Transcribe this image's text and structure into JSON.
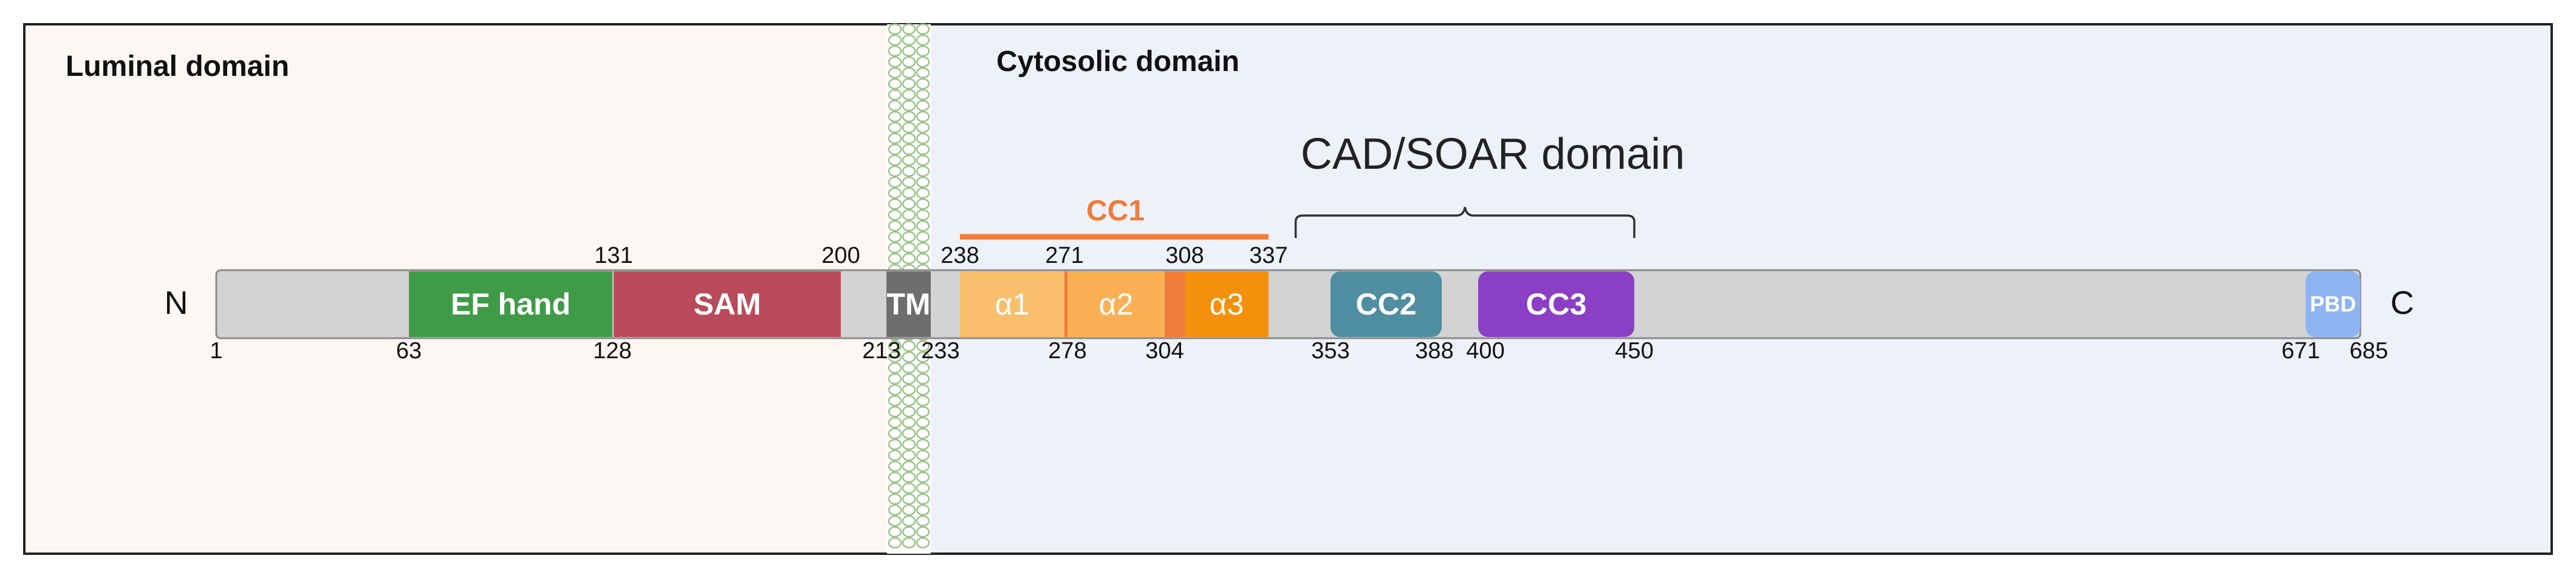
{
  "regions": {
    "luminal": "Luminal domain",
    "cytosolic": "Cytosolic domain",
    "luminal_color": "#fdf7f3",
    "cytosolic_color": "#eef2f8"
  },
  "termini": {
    "n": "N",
    "c": "C"
  },
  "protein": {
    "length": 685,
    "backbone_color": "#d3d3d3"
  },
  "domains": [
    {
      "id": "ef-hand",
      "label": "EF hand",
      "start": 63,
      "end": 128,
      "color": "#3f9b47",
      "text_color": "#ffffff"
    },
    {
      "id": "sam",
      "label": "SAM",
      "start": 131,
      "end": 200,
      "color": "#b94a5c",
      "text_color": "#ffffff"
    },
    {
      "id": "tm",
      "label": "TM",
      "start": 213,
      "end": 233,
      "color": "#6e6e6e",
      "text_color": "#ffffff"
    },
    {
      "id": "alpha1",
      "label": "α1",
      "start": 238,
      "end": 271,
      "color": "#f9bf6c",
      "text_color": "#ffffff"
    },
    {
      "id": "alpha2",
      "label": "α2",
      "start": 278,
      "end": 304,
      "color": "#f9b055",
      "text_color": "#ffffff"
    },
    {
      "id": "alpha3",
      "label": "α3",
      "start": 308,
      "end": 337,
      "color": "#f4900c",
      "text_color": "#ffffff"
    },
    {
      "id": "cc2",
      "label": "CC2",
      "start": 353,
      "end": 388,
      "color": "#4f8ea0",
      "text_color": "#ffffff"
    },
    {
      "id": "cc3",
      "label": "CC3",
      "start": 400,
      "end": 450,
      "color": "#8b3fc4",
      "text_color": "#ffffff"
    },
    {
      "id": "pbd",
      "label": "PBD",
      "start": 671,
      "end": 685,
      "color": "#8fb4f2",
      "text_color": "#ffffff"
    }
  ],
  "linker_color": "#f07c3a",
  "positions_top": [
    "131",
    "200",
    "238",
    "271",
    "308",
    "337"
  ],
  "positions_bottom": [
    "1",
    "63",
    "128",
    "213",
    "233",
    "278",
    "304",
    "353",
    "388",
    "400",
    "450",
    "671",
    "685"
  ],
  "cc1": {
    "label": "CC1",
    "start": 238,
    "end": 337,
    "color": "#f07c3a"
  },
  "cad_soar": {
    "label": "CAD/SOAR domain",
    "start": 344,
    "end": 450
  }
}
